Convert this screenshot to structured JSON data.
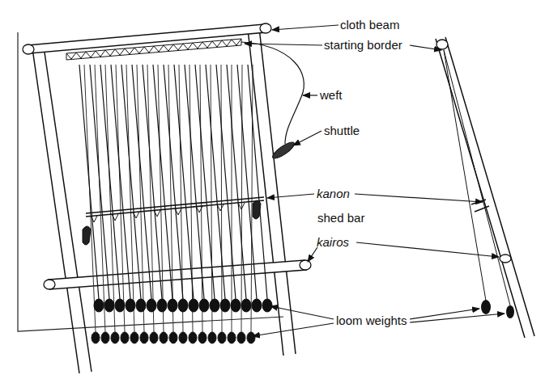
{
  "diagram": {
    "labels": [
      "cloth beam",
      "starting border",
      "weft",
      "shuttle",
      "kanon",
      "shed bar",
      "kairos",
      "loom weights"
    ]
  }
}
